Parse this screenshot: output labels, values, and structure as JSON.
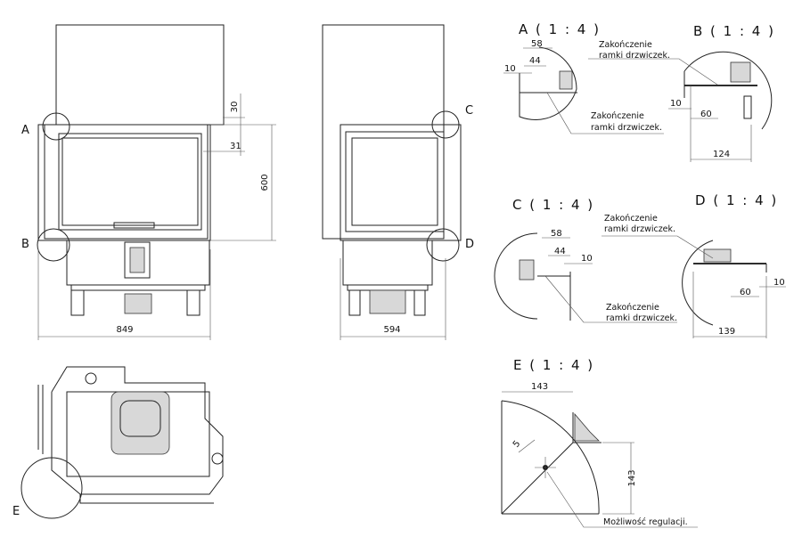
{
  "front_view": {
    "callout_a": "A",
    "callout_b": "B",
    "dim_width": "849",
    "dim_height": "600",
    "dim_30": "30",
    "dim_31": "31"
  },
  "side_view": {
    "callout_c": "C",
    "callout_d": "D",
    "dim_width": "594"
  },
  "plan_view": {
    "callout_e": "E"
  },
  "detail_a": {
    "title": "A ( 1 : 4 )",
    "dims": [
      "58",
      "44",
      "10"
    ],
    "note_line1": "Zakończenie",
    "note_line2": "ramki drzwiczek."
  },
  "detail_b": {
    "title": "B ( 1 : 4 )",
    "dims": [
      "10",
      "60",
      "124"
    ],
    "note_line1": "Zakończenie",
    "note_line2": "ramki drzwiczek."
  },
  "detail_c": {
    "title": "C ( 1 : 4 )",
    "dims": [
      "58",
      "44",
      "10"
    ],
    "note_line1": "Zakończenie",
    "note_line2": "ramki drzwiczek."
  },
  "detail_d": {
    "title": "D ( 1 : 4 )",
    "dims": [
      "10",
      "60",
      "139"
    ],
    "note_line1": "Zakończenie",
    "note_line2": "ramki drzwiczek."
  },
  "detail_e": {
    "title": "E ( 1 : 4 )",
    "dims": [
      "143",
      "143",
      "5"
    ],
    "note": "Możliwość regulacji."
  }
}
